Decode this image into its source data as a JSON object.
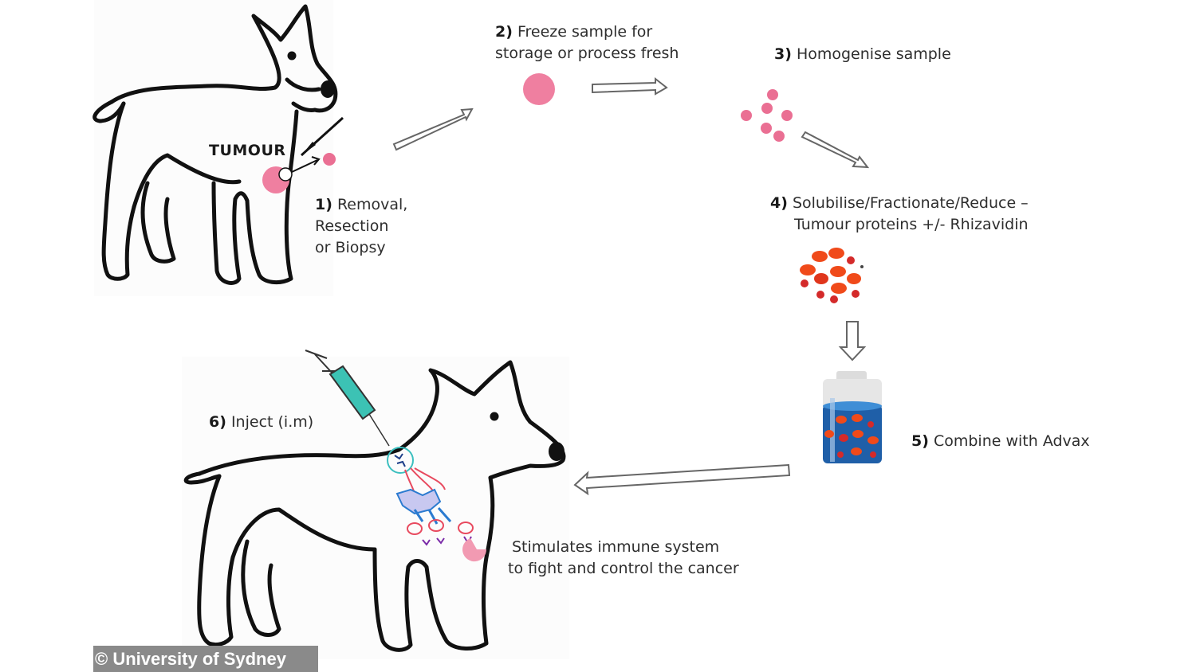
{
  "diagram": {
    "title": "Tumour vaccine preparation workflow",
    "tumour_label": "TUMOUR",
    "steps": [
      {
        "number": "1)",
        "lines": [
          "Removal,",
          "Resection",
          "or Biopsy"
        ]
      },
      {
        "number": "2)",
        "lines": [
          "Freeze sample for",
          "storage or process fresh"
        ]
      },
      {
        "number": "3)",
        "lines": [
          "Homogenise sample"
        ]
      },
      {
        "number": "4)",
        "lines": [
          "Solubilise/Fractionate/Reduce –",
          "Tumour proteins  +/- Rhizavidin"
        ]
      },
      {
        "number": "5)",
        "lines": [
          "Combine with Advax"
        ]
      },
      {
        "number": "6)",
        "lines": [
          "Inject (i.m)"
        ]
      }
    ],
    "outcome": {
      "lines": [
        "Stimulates immune system",
        "to fight and control the cancer"
      ]
    },
    "colors": {
      "tumour_pink": "#ea6f93",
      "protein_orange": "#f04a1a",
      "protein_red": "#d42a2a",
      "vial_blue": "#2a6fb8",
      "syringe_teal": "#3cc2b4",
      "outline": "#111111"
    }
  },
  "credit": "© University of Sydney"
}
